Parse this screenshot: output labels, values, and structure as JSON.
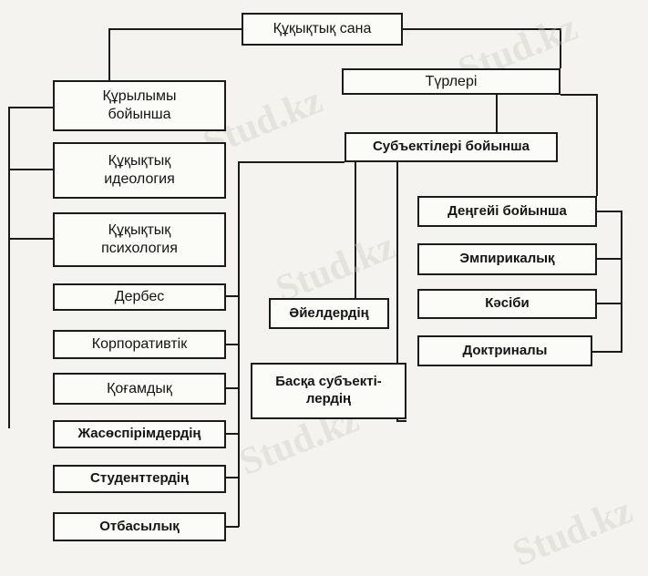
{
  "diagram": {
    "root": "Құқықтық сана",
    "left": {
      "by_structure": "Құрылымы\nбойынша",
      "ideology": "Құқықтық\nидеология",
      "psychology": "Құқықтық\nпсихология",
      "personal": "Дербес",
      "corporate": "Корпоративтік",
      "public": "Қоғамдық",
      "youth": "Жасөспірімдердің",
      "students": "Студенттердің",
      "family": "Отбасылық"
    },
    "center": {
      "types": "Түрлері",
      "by_subjects": "Субъектілері бойынша",
      "women": "Әйелдердің",
      "other_subjects": "Басқа субъекті-\nлердің"
    },
    "right": {
      "by_level": "Деңгейі бойынша",
      "empirical": "Эмпирикалық",
      "professional": "Кәсіби",
      "doctrinal": "Доктриналы"
    }
  },
  "watermark": "Stud.kz"
}
